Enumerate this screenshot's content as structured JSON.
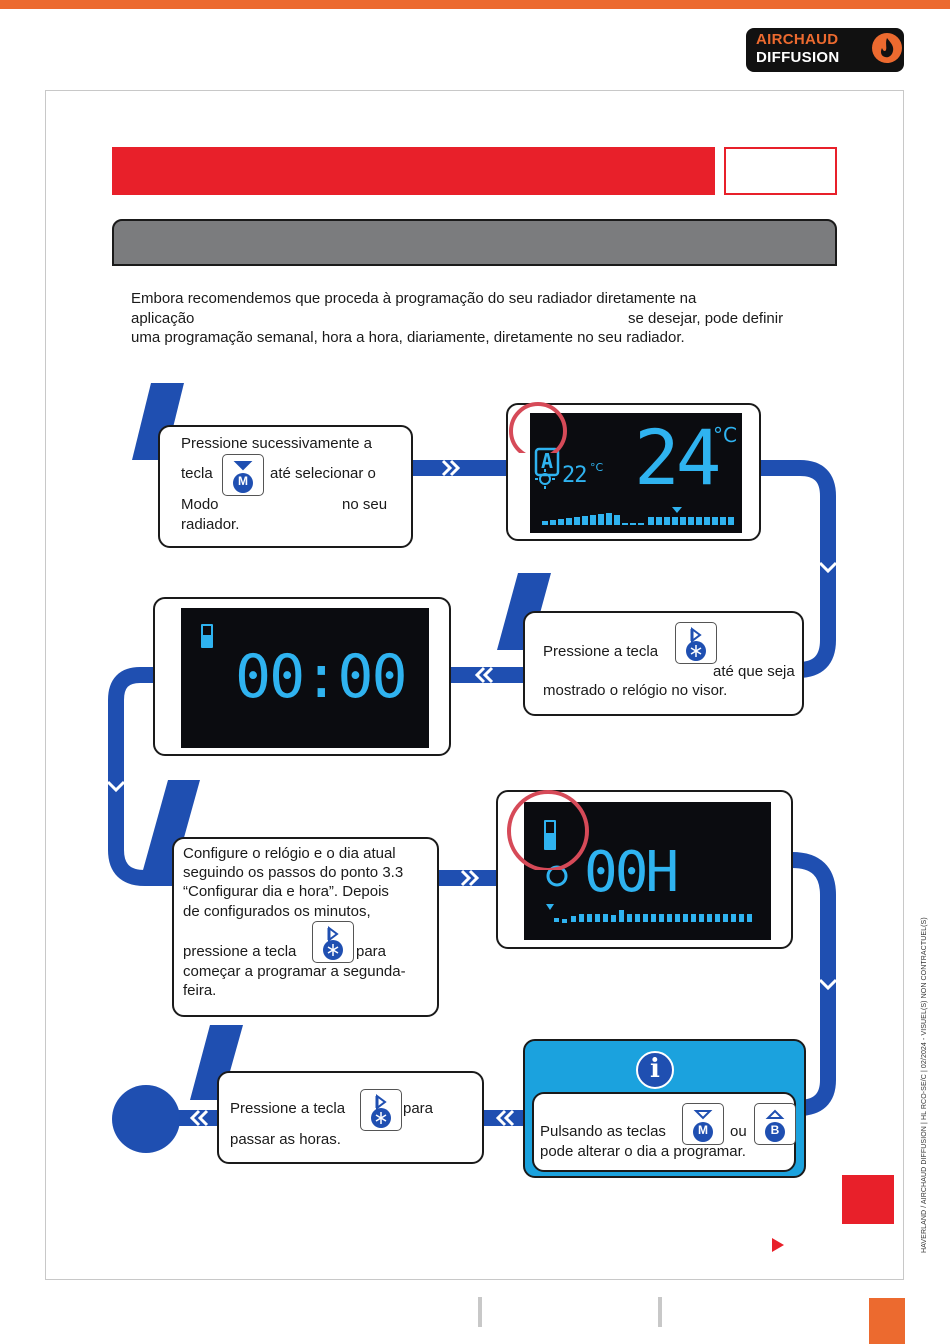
{
  "brand": {
    "line1": "AIRCHAUD",
    "line2": "DIFFUSION"
  },
  "intro": {
    "line1": "Embora recomendemos que proceda à programação do seu radiador diretamente na",
    "line2a": "aplicação",
    "line2b": "se desejar, pode definir",
    "line3": "uma programação semanal, hora a hora, diariamente, diretamente no seu radiador."
  },
  "step1": {
    "line1": "Pressione sucessivamente a",
    "pre": "tecla",
    "post": "até selecionar o",
    "line3a": "Modo",
    "line3b": "no seu",
    "line4": "radiador.",
    "key": "M"
  },
  "step2": {
    "line1": "Pressione a tecla",
    "line2": "até que seja",
    "line3": "mostrado o relógio no visor."
  },
  "step3": {
    "line1": "Configure o relógio e o dia atual",
    "line2": "seguindo os passos do ponto 3.3",
    "line3": "“Configurar dia e hora”. Depois",
    "line4": "de configurados os minutos,",
    "line5a": "pressione a tecla",
    "line5b": "para",
    "line6": "começar a programar a segunda-",
    "line7": "feira."
  },
  "step4": {
    "pre": "Pressione a tecla",
    "post": "para",
    "line2": "passar as horas."
  },
  "info": {
    "pre": "Pulsando as teclas",
    "mid": "ou",
    "line2": "pode alterar o dia a programar.",
    "icon": "i",
    "key_m": "M",
    "key_b": "B"
  },
  "lcd1": {
    "mode": "A",
    "big_temp": "24",
    "unit": "°C",
    "small_temp": "22",
    "small_unit": "°C"
  },
  "lcd2": {
    "clock": "00:00"
  },
  "lcd3": {
    "hour": "00H"
  },
  "footer_side": "HAVERLAND / AIRCHAUD DIFFUSION | HL RCO-SE/C | 02/2024 - VISUEL(S) NON CONTRACTUEL(S)",
  "colors": {
    "orange": "#ec6a2f",
    "red": "#e8202a",
    "blue": "#1f4fb1",
    "lcd_cyan": "#2fb3f0",
    "info_bg": "#1ba2de",
    "circle": "#d64a58"
  }
}
